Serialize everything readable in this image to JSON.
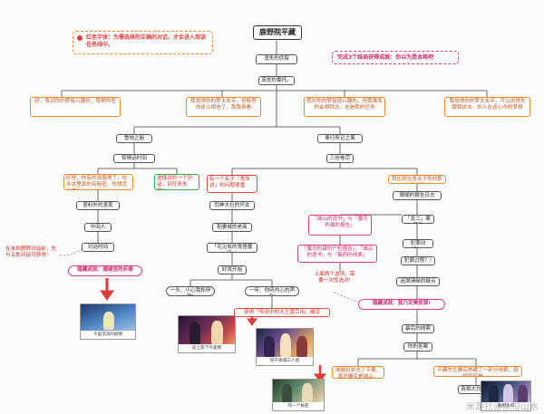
{
  "title": "鹿野院平藏",
  "redfont_note": "红色字体：为需选择的正确的对话，才会进入到该任务线中。",
  "achievement_top": "完成3个结局获得成就：你以为是本格吧",
  "nodes": {
    "n_xiaoshi": "消失的侦探",
    "n_weituo": "真觉的委托。",
    "c1": "好。我对你的梦挺兴趣的，我帮你查",
    "c2": "我觉得你的梦太玄乎，但既然你这么相信了，那我来看",
    "c3": "我对你的梦挺感兴趣的，但我难免的会想拜访，这是我的任务",
    "c4": "我觉得你的梦太玄乎，可以说得先跟我说去，你人在这心中的梦想",
    "n_xuedi": "雪地之秘",
    "n_tanqing": "惊情话时间",
    "c_xd_orange": "好吧，你有的说服得了，也许这里真的有秘密，你想怎么办？",
    "c_xd_green": "选择对的一个对话，到任务失败！",
    "n_yiwai": "意料外的发现",
    "n_zhongjianren": "中间人",
    "n_duihua": "对话时间",
    "left_note": "在未和鹿野对话前，先与五郎对话可获得！",
    "ach_left": "隐藏成就：珊瑚宫的祈祷",
    "n_fengxing": "奉行所记之事",
    "n_sanfen": "三份卷宗",
    "c_mid_red": "有一个关于「鬼传说」的问题很重",
    "c_right_orange": "我比较在意关于你的那份说话",
    "n_tongshen": "同神大社的坏女人",
    "n_laoshang": "稻妻城的老商人",
    "n_huajian": "「花见坂的鬼怪魔王」",
    "n_haoxi": "好戏开始",
    "c_xiaoxin": "一头、小心我和伊琳!",
    "c_shengyin": "一年、你听内心的声音!",
    "red_reward": "获得「传说中的大王喜完出」细设",
    "c_pink1": "「城山的遗书」与「魔司的谱的报告」",
    "c_pink2": "「魔司的谱的尸检报告」、「城山的遗书」与「毒药的线索」",
    "mid_note": "上面两个选项，需要一次性选对!",
    "n_baogao": "珊瑚的报告日志",
    "n_longer": "「龙二」案疑云",
    "n_fanzui": "犯罪动机？!",
    "n_fanzuiguo": "犯罪过程？!",
    "n_zhuixun": "追溯清晰的疑点",
    "ach_right": "隐藏成就：我乃完美侦探!",
    "n_zuihou": "最后的线索",
    "n_daan": "你的答案",
    "c_final1": "城城妇女也了平藏、真这确实是城山。",
    "c_final2": "平藏先生确实熟藏了一部分线索，真相到底是......",
    "n_zhenxiang": "真相大白之时",
    "shots": [
      "千里流浪的剧情",
      "前上影下今爱情",
      "同千高城三人组",
      "同一个秘密",
      "真相大白"
    ],
    "watermark": "米游社@永恒山水"
  }
}
